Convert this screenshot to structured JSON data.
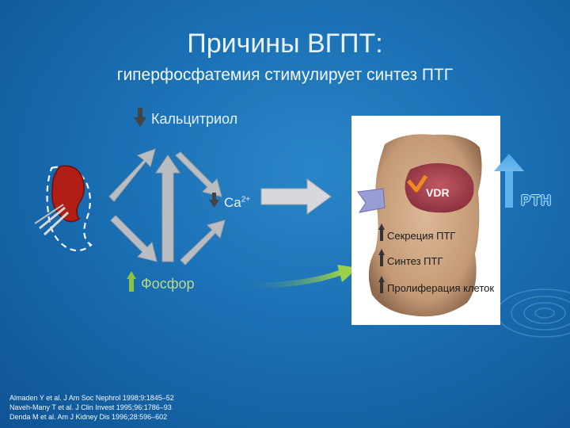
{
  "title": "Причины ВГПТ:",
  "subtitle": "гиперфосфатемия  стимулирует синтез ПТГ",
  "labels": {
    "calcitriol": "Кальцитриол",
    "ca": "Ca",
    "ca_sup": "2+",
    "phosphor": "Фосфор",
    "vdr": "VDR",
    "pth": "PTH",
    "secretion": "Секреция ПТГ",
    "synthesis": "Синтез ПТГ",
    "proliferation": "Пролиферация клеток"
  },
  "references": [
    "Almaden Y et al. J Am Soc Nephrol 1998;9:1845–52",
    "Naveh-Many T et al. J Clin Invest 1995;96:1786–93",
    "Denda M et al. Am J Kidney Dis 1996;28:596–602"
  ],
  "colors": {
    "background": "#1a6fb3",
    "arrow_gray": "#b9bcc0",
    "arrow_dark": "#444444",
    "arrow_green": "#8cc43c",
    "cell": "#c9a27f",
    "nucleus": "#a8424e",
    "vdr_orange": "#f08a1c",
    "receptor": "#9a9cd6",
    "pth_arrow": "#5fb3ec"
  }
}
